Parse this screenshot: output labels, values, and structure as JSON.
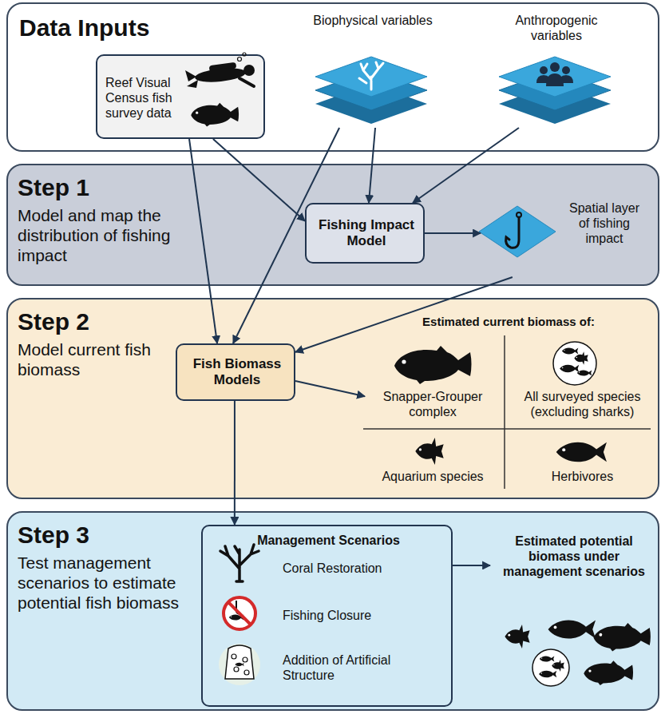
{
  "diagram": {
    "nodes": [
      {
        "text": [
          "Data Inputs"
        ]
      },
      {
        "text": [
          "Reef Visual Census fish survey data"
        ],
        "in": 0
      },
      {
        "text": [
          "Biophysical variables"
        ],
        "in": 0
      },
      {
        "text": [
          "Anthropogenic variables"
        ],
        "in": 0
      },
      {
        "text": [
          "Step 1",
          "Model and map the distribution of fishing impact"
        ]
      },
      {
        "text": [
          "Fishing Impact Model"
        ],
        "in": 4
      },
      {
        "text": [
          "Spatial layer of fishing impact"
        ],
        "in": 4
      },
      {
        "text": [
          "Step 2",
          "Model current fish biomass"
        ]
      },
      {
        "text": [
          "Fish Biomass Models"
        ],
        "in": 7
      },
      {
        "text": [
          "Estimated current biomass of:"
        ],
        "in": 7
      },
      {
        "text": [
          "Snapper-Grouper complex"
        ],
        "in": 9
      },
      {
        "text": [
          "All surveyed species (excluding sharks)"
        ],
        "in": 9
      },
      {
        "text": [
          "Aquarium species"
        ],
        "in": 9
      },
      {
        "text": [
          "Herbivores"
        ],
        "in": 9
      },
      {
        "text": [
          "Step 3",
          "Test management scenarios to estimate potential fish biomass"
        ]
      },
      {
        "text": [
          "Management Scenarios",
          "Coral Restoration",
          "Fishing Closure",
          "Addition of Artificial Structure"
        ],
        "in": 14
      },
      {
        "text": [
          "Estimated potential biomass under management scenarios"
        ],
        "in": 14
      }
    ],
    "edges": [
      {
        "from": 1,
        "to": 5,
        "arrow": "to"
      },
      {
        "from": 1,
        "to": 8,
        "arrow": "to"
      },
      {
        "from": 2,
        "to": 5,
        "arrow": "to"
      },
      {
        "from": 2,
        "to": 8,
        "arrow": "to"
      },
      {
        "from": 3,
        "to": 5,
        "arrow": "to"
      },
      {
        "from": 5,
        "to": 6,
        "arrow": "to"
      },
      {
        "from": 6,
        "to": 8,
        "arrow": "to"
      },
      {
        "from": 8,
        "to": 10,
        "arrow": "to"
      },
      {
        "from": 8,
        "to": 15,
        "arrow": "to"
      },
      {
        "from": 15,
        "to": 16,
        "arrow": "to"
      }
    ]
  }
}
